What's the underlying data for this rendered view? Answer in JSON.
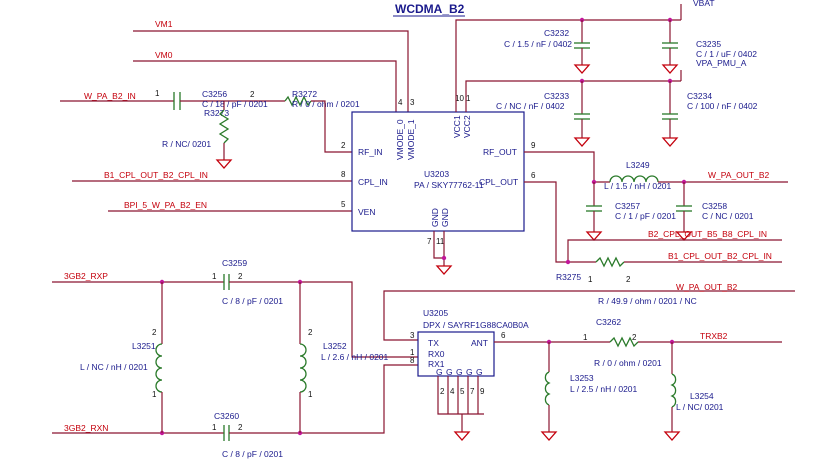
{
  "title": "WCDMA_B2",
  "nets": {
    "vm1": "VM1",
    "vm0": "VM0",
    "w_pa_b2_in": "W_PA_B2_IN",
    "b1_cpl_out_b2_cpl_in": "B1_CPL_OUT_B2_CPL_IN",
    "bpi": "BPI_5_W_PA_B2_EN",
    "vbat": "VBAT",
    "vpa": "VPA_PMU_A",
    "w_pa_out_b2_right": "W_PA_OUT_B2",
    "b2_cpl_out_b5_b8": "B2_CPL_OUT_B5_B8_CPL_IN",
    "b1_cpl_out_b2_cpl_in_2": "B1_CPL_OUT_B2_CPL_IN",
    "w_pa_out_b2_2": "W_PA_OUT_B2",
    "rxp": "3GB2_RXP",
    "rxn": "3GB2_RXN",
    "trxb2": "TRXB2"
  },
  "u3203": {
    "ref": "U3203",
    "part": "PA / SKY77762-11",
    "pins": {
      "vmode0": "VMODE_0",
      "vmode1": "VMODE_1",
      "vcc1": "VCC1",
      "vcc2": "VCC2",
      "rf_in": "RF_IN",
      "cpl_in": "CPL_IN",
      "ven": "VEN",
      "rf_out": "RF_OUT",
      "cpl_out": "CPL_OUT",
      "gnd1": "GND",
      "gnd2": "GND"
    },
    "pin_numbers": {
      "vmode0": "4",
      "vmode1": "3",
      "vcc1": "10",
      "vcc2": "1",
      "rf_in": "2",
      "cpl_in": "8",
      "ven": "5",
      "rf_out": "9",
      "cpl_out": "6",
      "gnd1": "7",
      "gnd2": "11"
    }
  },
  "u3205": {
    "ref": "U3205",
    "part": "DPX / SAYRF1G88CA0B0A",
    "pins": {
      "tx": "TX",
      "rx0": "RX0",
      "rx1": "RX1",
      "ant": "ANT",
      "g": "G"
    },
    "pin_numbers": {
      "tx": "3",
      "rx0": "1",
      "rx1": "8",
      "ant": "6",
      "g1": "2",
      "g2": "4",
      "g3": "5",
      "g4": "7",
      "g5": "9"
    }
  },
  "components": {
    "c3256": {
      "ref": "C3256",
      "value": "C / 18 / pF / 0201"
    },
    "r3272": {
      "ref": "R3272",
      "value": "R / 0 / ohm / 0201"
    },
    "r3273": {
      "ref": "R3273",
      "value": "R / NC/ 0201"
    },
    "c3232": {
      "ref": "C3232",
      "value": "C / 1.5 / nF / 0402"
    },
    "c3235": {
      "ref": "C3235",
      "value": "C / 1 / uF / 0402"
    },
    "c3233": {
      "ref": "C3233",
      "value": "C / NC / nF / 0402"
    },
    "c3234": {
      "ref": "C3234",
      "value": "C / 100 / nF / 0402"
    },
    "l3249": {
      "ref": "L3249",
      "value": "L / 1.5 / nH / 0201"
    },
    "c3257": {
      "ref": "C3257",
      "value": "C / 1 / pF / 0201"
    },
    "c3258": {
      "ref": "C3258",
      "value": "C / NC / 0201"
    },
    "r3275": {
      "ref": "R3275",
      "value": "R / 49.9 / ohm / 0201 / NC"
    },
    "c3259": {
      "ref": "C3259",
      "value": "C / 8 / pF / 0201"
    },
    "c3260": {
      "ref": "C3260",
      "value": "C / 8 / pF / 0201"
    },
    "l3251": {
      "ref": "L3251",
      "value": "L / NC / nH / 0201"
    },
    "l3252": {
      "ref": "L3252",
      "value": "L / 2.6 / nH / 0201"
    },
    "c3262": {
      "ref": "C3262",
      "value": "R / 0 / ohm / 0201"
    },
    "l3253": {
      "ref": "L3253",
      "value": "L / 2.5 / nH / 0201"
    },
    "l3254": {
      "ref": "L3254",
      "value": "L / NC/ 0201"
    }
  },
  "pin_labels": {
    "one": "1",
    "two": "2"
  }
}
